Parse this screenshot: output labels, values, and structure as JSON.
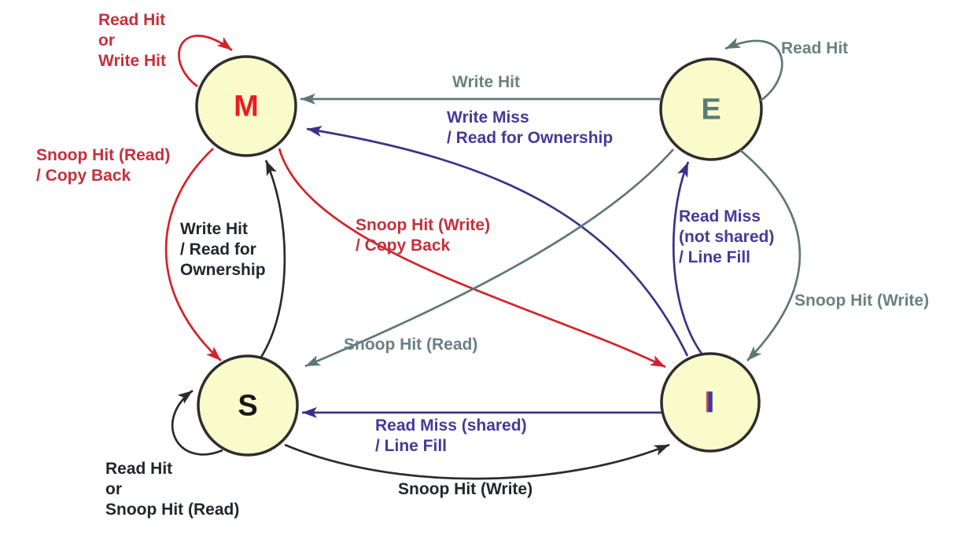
{
  "diagram": {
    "type": "state-diagram",
    "subject": "MESI cache coherence protocol"
  },
  "states": {
    "M": {
      "label": "M",
      "color": "#ea1c24"
    },
    "E": {
      "label": "E",
      "color": "#5a7b78"
    },
    "S": {
      "label": "S",
      "color": "#17171c"
    },
    "I": {
      "label": "I",
      "color": "#3f3b97"
    }
  },
  "transitions": {
    "m_self": {
      "from": "M",
      "to": "M",
      "color": "#c5303c",
      "lines": [
        "Read Hit",
        "or",
        "Write Hit"
      ]
    },
    "e_self": {
      "from": "E",
      "to": "E",
      "color": "#69827f",
      "lines": [
        "Read Hit"
      ]
    },
    "s_self": {
      "from": "S",
      "to": "S",
      "color": "#23252f",
      "lines": [
        "Read Hit",
        "or",
        "Snoop Hit (Read)"
      ]
    },
    "e_to_m": {
      "from": "E",
      "to": "M",
      "color": "#69827f",
      "lines": [
        "Write Hit"
      ]
    },
    "i_to_m": {
      "from": "I",
      "to": "M",
      "color": "#46399a",
      "lines": [
        "Write Miss",
        "/ Read for Ownership"
      ]
    },
    "m_to_s": {
      "from": "M",
      "to": "S",
      "color": "#c5303c",
      "lines": [
        "Snoop Hit (Read)",
        "/ Copy Back"
      ]
    },
    "s_to_m": {
      "from": "S",
      "to": "M",
      "color": "#23252f",
      "lines": [
        "Write Hit",
        "/ Read for",
        "Ownership"
      ]
    },
    "m_to_i": {
      "from": "M",
      "to": "I",
      "color": "#c5303c",
      "lines": [
        "Snoop Hit (Write)",
        "/ Copy Back"
      ]
    },
    "e_to_s": {
      "from": "E",
      "to": "S",
      "color": "#69827f",
      "lines": [
        "Snoop Hit (Read)"
      ]
    },
    "i_to_e": {
      "from": "I",
      "to": "E",
      "color": "#46399a",
      "lines": [
        "Read Miss",
        "(not shared)",
        "/ Line Fill"
      ]
    },
    "e_to_i": {
      "from": "E",
      "to": "I",
      "color": "#69827f",
      "lines": [
        "Snoop Hit (Write)"
      ]
    },
    "i_to_s": {
      "from": "I",
      "to": "S",
      "color": "#46399a",
      "lines": [
        "Read Miss (shared)",
        "/ Line Fill"
      ]
    },
    "s_to_i": {
      "from": "S",
      "to": "I",
      "color": "#23252f",
      "lines": [
        "Snoop Hit (Write)"
      ]
    }
  },
  "colors": {
    "background": "#ffffff",
    "state_fill": "#fafbca",
    "state_border": "#2e2e2e",
    "red_line": "#d6202a",
    "gray_line": "#5d7874",
    "purple_line": "#3a3286",
    "black_line": "#2b2b2b"
  }
}
